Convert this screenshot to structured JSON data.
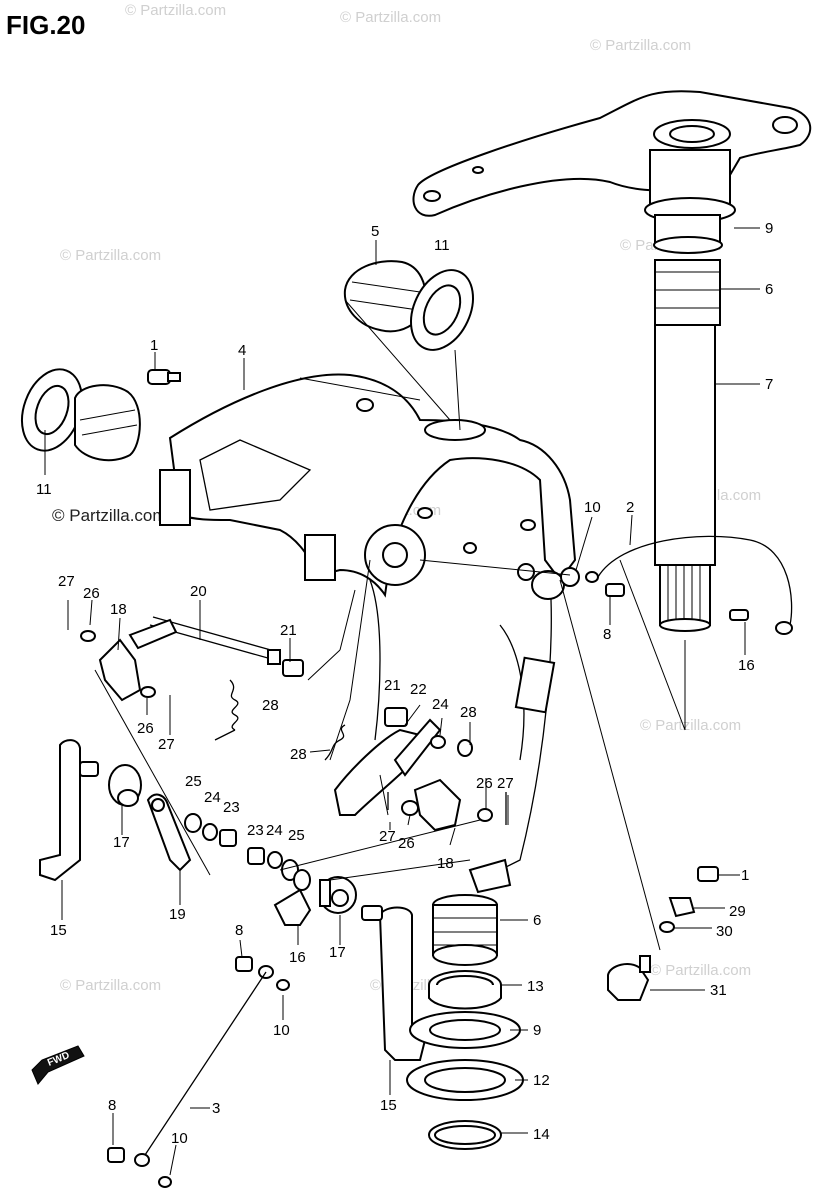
{
  "figure": {
    "title": "FIG.20"
  },
  "watermark": {
    "text": "© Partzilla.com"
  },
  "forward_marker": {
    "text": "FWD"
  },
  "part_labels": {
    "p1a": "1",
    "p1b": "1",
    "p2": "2",
    "p3": "3",
    "p4": "4",
    "p5": "5",
    "p6a": "6",
    "p6b": "6",
    "p7": "7",
    "p8a": "8",
    "p8b": "8",
    "p8c": "8",
    "p9a": "9",
    "p9b": "9",
    "p10a": "10",
    "p10b": "10",
    "p10c": "10",
    "p11a": "11",
    "p11b": "11",
    "p12": "12",
    "p13": "13",
    "p14": "14",
    "p15a": "15",
    "p15b": "15",
    "p16a": "16",
    "p16b": "16",
    "p17a": "17",
    "p17b": "17",
    "p18a": "18",
    "p18b": "18",
    "p19": "19",
    "p20": "20",
    "p21a": "21",
    "p21b": "21",
    "p22": "22",
    "p23a": "23",
    "p23b": "23",
    "p24a": "24",
    "p24b": "24",
    "p24c": "24",
    "p25a": "25",
    "p25b": "25",
    "p26a": "26",
    "p26b": "26",
    "p26c": "26",
    "p26d": "26",
    "p27a": "27",
    "p27b": "27",
    "p27c": "27",
    "p27d": "27",
    "p28a": "28",
    "p28b": "28",
    "p28c": "28",
    "p29": "29",
    "p30": "30",
    "p31": "31"
  }
}
